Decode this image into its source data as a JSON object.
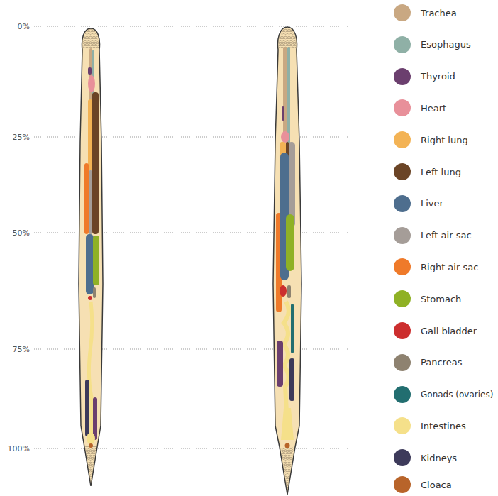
{
  "diagram": {
    "labels": [
      "0%",
      "25%",
      "50%",
      "75%",
      "100%"
    ],
    "legend": [
      {
        "text": "Trachea",
        "color": "#c9a882"
      },
      {
        "text": "Esophagus",
        "color": "#8fb0a6"
      },
      {
        "text": "Thyroid",
        "color": "#6b3f6e"
      },
      {
        "text": "Heart",
        "color": "#e8909a"
      },
      {
        "text": "Right lung",
        "color": "#f3b355"
      },
      {
        "text": "Left lung",
        "color": "#6b4426"
      },
      {
        "text": "Liver",
        "color": "#4e6e8e"
      },
      {
        "text": "Left air sac",
        "color": "#a59d98"
      },
      {
        "text": "Right air sac",
        "color": "#ef7a2a"
      },
      {
        "text": "Stomach",
        "color": "#8fb125"
      },
      {
        "text": "Gall bladder",
        "color": "#cc2e2e"
      },
      {
        "text": "Pancreas",
        "color": "#8e8270"
      },
      {
        "text": "Gonads (ovaries)",
        "color": "#226e70"
      },
      {
        "text": "Intestines",
        "color": "#f5e08a"
      },
      {
        "text": "Kidneys",
        "color": "#3d3a5a"
      },
      {
        "text": "Cloaca",
        "color": "#b8642a"
      }
    ]
  }
}
